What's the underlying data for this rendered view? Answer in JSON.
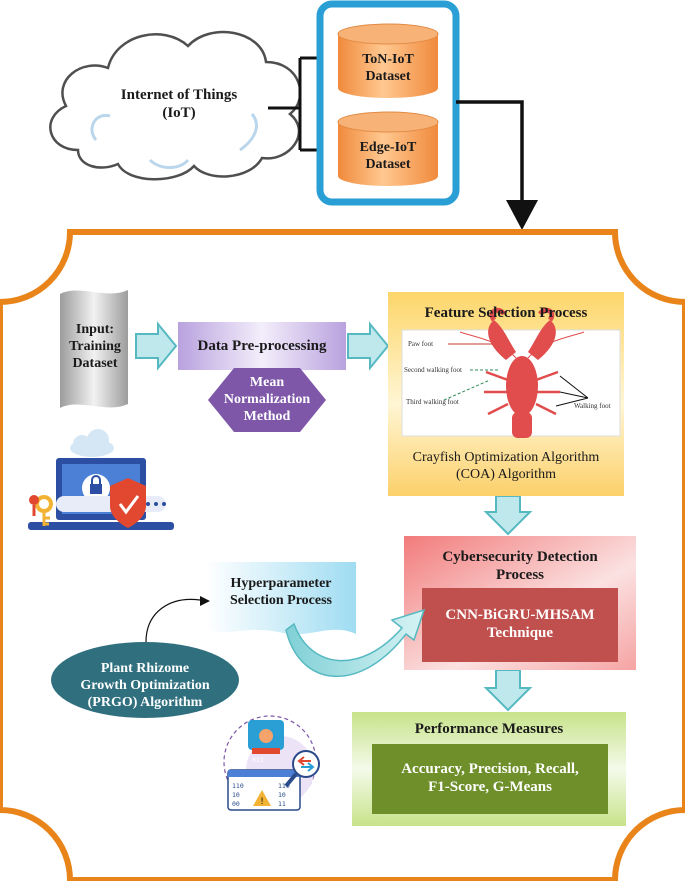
{
  "cloud": {
    "line1": "Internet of Things",
    "line2": "(IoT)"
  },
  "datasets": [
    {
      "line1": "ToN-IoT",
      "line2": "Dataset"
    },
    {
      "line1": "Edge-IoT",
      "line2": "Dataset"
    }
  ],
  "input": {
    "line1": "Input:",
    "line2": "Training",
    "line3": "Dataset"
  },
  "preprocessing": {
    "label": "Data Pre-processing"
  },
  "normalization": {
    "line1": "Mean",
    "line2": "Normalization",
    "line3": "Method"
  },
  "feature_selection": {
    "title": "Feature Selection Process",
    "caption_line1": "Crayfish Optimization Algorithm",
    "caption_line2": "(COA) Algorithm",
    "lobster_labels": {
      "paw": "Paw foot",
      "second": "Second walking foot",
      "third": "Third walking foot",
      "walking": "Walking foot"
    }
  },
  "detection": {
    "title_line1": "Cybersecurity Detection",
    "title_line2": "Process",
    "technique_line1": "CNN-BiGRU-MHSAM",
    "technique_line2": "Technique"
  },
  "hyperparameter": {
    "line1": "Hyperparameter",
    "line2": "Selection Process"
  },
  "prgo": {
    "line1": "Plant Rhizome",
    "line2": "Growth Optimization",
    "line3": "(PRGO) Algorithm"
  },
  "performance": {
    "title": "Performance Measures",
    "metrics_line1": "Accuracy, Precision, Recall,",
    "metrics_line2": "F1-Score, G-Means"
  },
  "icon_codes": {
    "row1": "110",
    "row2": "10",
    "row3": "00",
    "row4": "110",
    "row5": "10",
    "row6": "11",
    "row7": "011"
  },
  "colors": {
    "frame_orange": "#e9841a",
    "dataset_blue": "#2a9fd6",
    "cylinder_orange": "#f4a261",
    "arrow_teal": "#7fd0d6",
    "purple": "#7e57a8",
    "coa_yellow": "#fbd96b",
    "detection_red": "#e05656",
    "technique_red": "#c0504d",
    "prgo_teal": "#2f6f7e",
    "perf_green": "#b7d86b",
    "metrics_green": "#6e8f2a"
  }
}
